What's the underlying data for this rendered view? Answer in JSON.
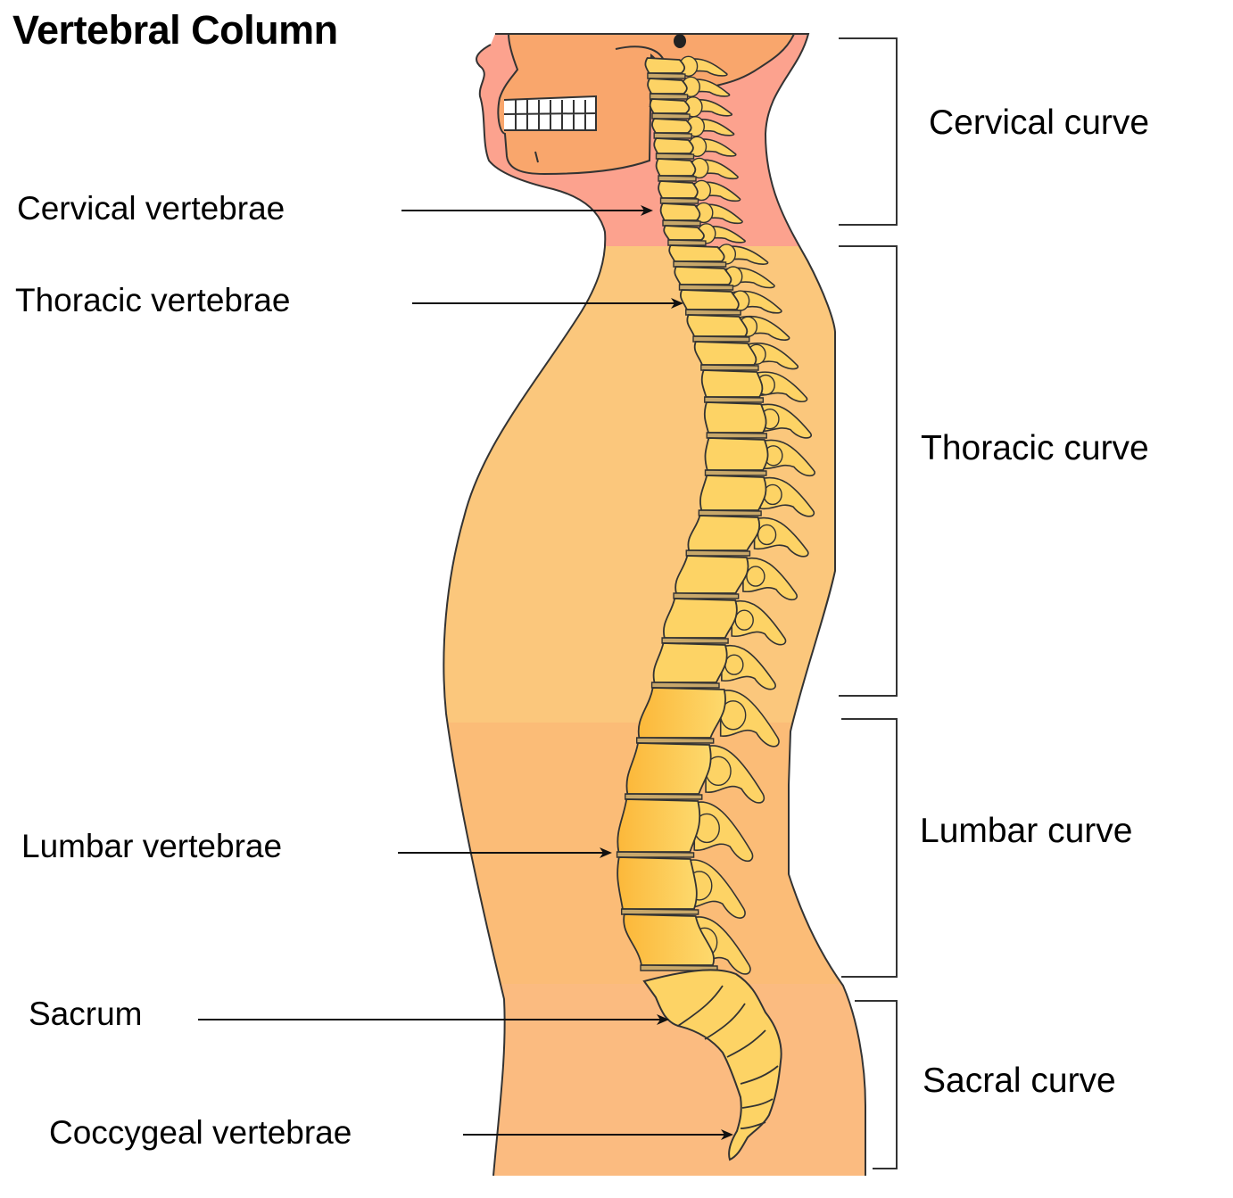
{
  "title": "Vertebral Column",
  "vertebrae_labels": [
    {
      "id": "cervical",
      "text": "Cervical vertebrae"
    },
    {
      "id": "thoracic",
      "text": "Thoracic vertebrae"
    },
    {
      "id": "lumbar",
      "text": "Lumbar vertebrae"
    },
    {
      "id": "sacrum",
      "text": "Sacrum"
    },
    {
      "id": "coccygeal",
      "text": "Coccygeal vertebrae"
    }
  ],
  "curve_labels": [
    {
      "id": "cervical",
      "text": "Cervical curve"
    },
    {
      "id": "thoracic",
      "text": "Thoracic curve"
    },
    {
      "id": "lumbar",
      "text": "Lumbar curve"
    },
    {
      "id": "sacral",
      "text": "Sacral curve"
    }
  ],
  "colors": {
    "head_neck": "#fca28e",
    "skull": "#f9a66c",
    "thorax": "#fbc77c",
    "abdomen": "#fbbc77",
    "pelvis": "#fbbb80",
    "bone": "#fdd365",
    "bone_dark": "#fcbd3d",
    "disc": "#c8a86a",
    "outline": "#333333"
  }
}
